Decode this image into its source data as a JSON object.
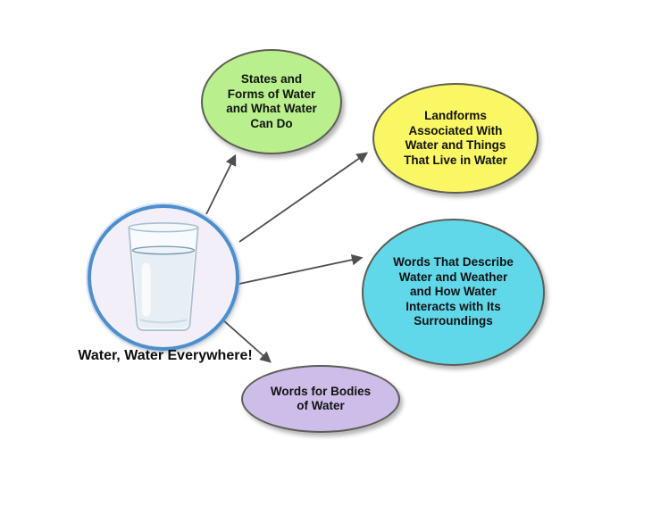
{
  "colors": {
    "background": "#ffffff",
    "arrow": "#4f4f4f",
    "node_border": "#5e5e56",
    "node_text": "#121212",
    "center_border": "#4d8ecd",
    "center_fill": "#f3eff8",
    "caption_text": "#0d0d0d"
  },
  "center": {
    "caption": "Water, Water Everywhere!",
    "icon": "glass-of-water"
  },
  "nodes": [
    {
      "id": "states-and-forms",
      "label": "States and\nForms of Water\nand What Water\nCan Do",
      "fill": "#b9f08d"
    },
    {
      "id": "landforms-and-life",
      "label": "Landforms\nAssociated With\nWater and Things\nThat Live in Water",
      "fill": "#f9f763"
    },
    {
      "id": "describe-water-weather",
      "label": "Words That Describe\nWater and Weather\nand How Water\nInteracts with Its\nSurroundings",
      "fill": "#61d8ea"
    },
    {
      "id": "bodies-of-water",
      "label": "Words for Bodies\nof Water",
      "fill": "#ccbde9"
    }
  ]
}
